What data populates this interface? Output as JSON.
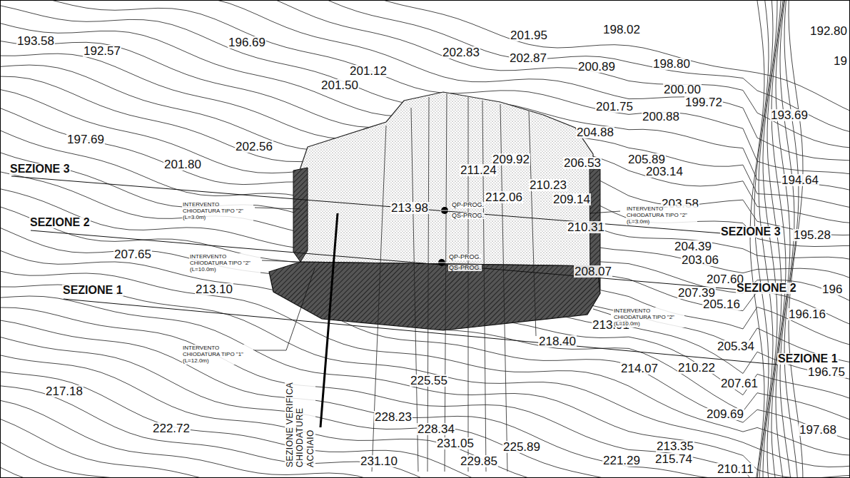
{
  "diagram": {
    "labels": [
      "193.58",
      "192.57",
      "196.69",
      "201.95",
      "198.02",
      "192.80",
      "19",
      "202.83",
      "202.87",
      "200.89",
      "198.80",
      "201.12",
      "201.50",
      "200.00",
      "199.72",
      "201.75",
      "200.88",
      "193.69",
      "197.69",
      "202.56",
      "204.88",
      "201.80",
      "209.92",
      "206.53",
      "205.89",
      "203.14",
      "211.24",
      "194.64",
      "210.23",
      "212.06",
      "209.14",
      "203.58",
      "213.98",
      "210.31",
      "204.39",
      "203.06",
      "207.65",
      "208.07",
      "207.60",
      "207.39",
      "205.16",
      "213.10",
      "196.16",
      "213.91",
      "218.40",
      "205.34",
      "196.75",
      "214.07",
      "210.22",
      "207.61",
      "217.18",
      "225.55",
      "209.69",
      "228.23",
      "228.34",
      "197.68",
      "222.72",
      "231.05",
      "225.89",
      "213.35",
      "215.74",
      "231.10",
      "229.85",
      "221.29",
      "210.11",
      "195.28",
      "196",
      "SEZIONE 3",
      "SEZIONE 2",
      "SEZIONE 1",
      "SEZIONE 3",
      "SEZIONE 2",
      "SEZIONE 1",
      "INTERVENTO CHIODATURA TIPO \"2\" (L=3.0m)",
      "INTERVENTO CHIODATURA TIPO \"2\" (L=3.0m)",
      "INTERVENTO CHIODATURA TIPO \"2\" (L=10.0m)",
      "INTERVENTO CHIODATURA TIPO \"2\" (L=10.0m)",
      "INTERVENTO CHIODATURA TIPO \"1\" (L=12.0m)",
      "QP-PROG.",
      "QS-PROG.",
      "QP-PROG.",
      "QS-PROG.",
      "SEZIONE VERIFICA CHIODATURE ACCIAIO"
    ]
  }
}
